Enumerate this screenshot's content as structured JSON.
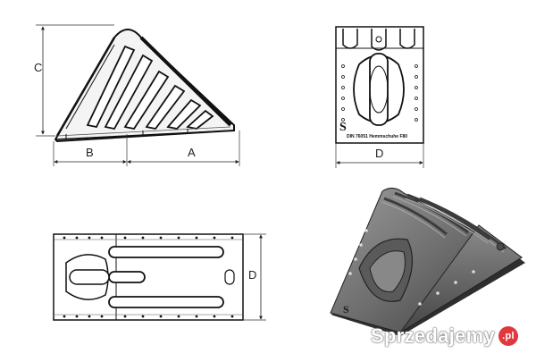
{
  "dimensions": {
    "height_label": "C",
    "base_front_label": "B",
    "base_rear_label": "A",
    "width_label": "D",
    "plan_width_label": "D"
  },
  "front_view": {
    "stamp": "DIN 76051 Hemmschuhe F80"
  },
  "watermark": {
    "text": "Sprzedajemy",
    "domain_badge": ".pl"
  }
}
